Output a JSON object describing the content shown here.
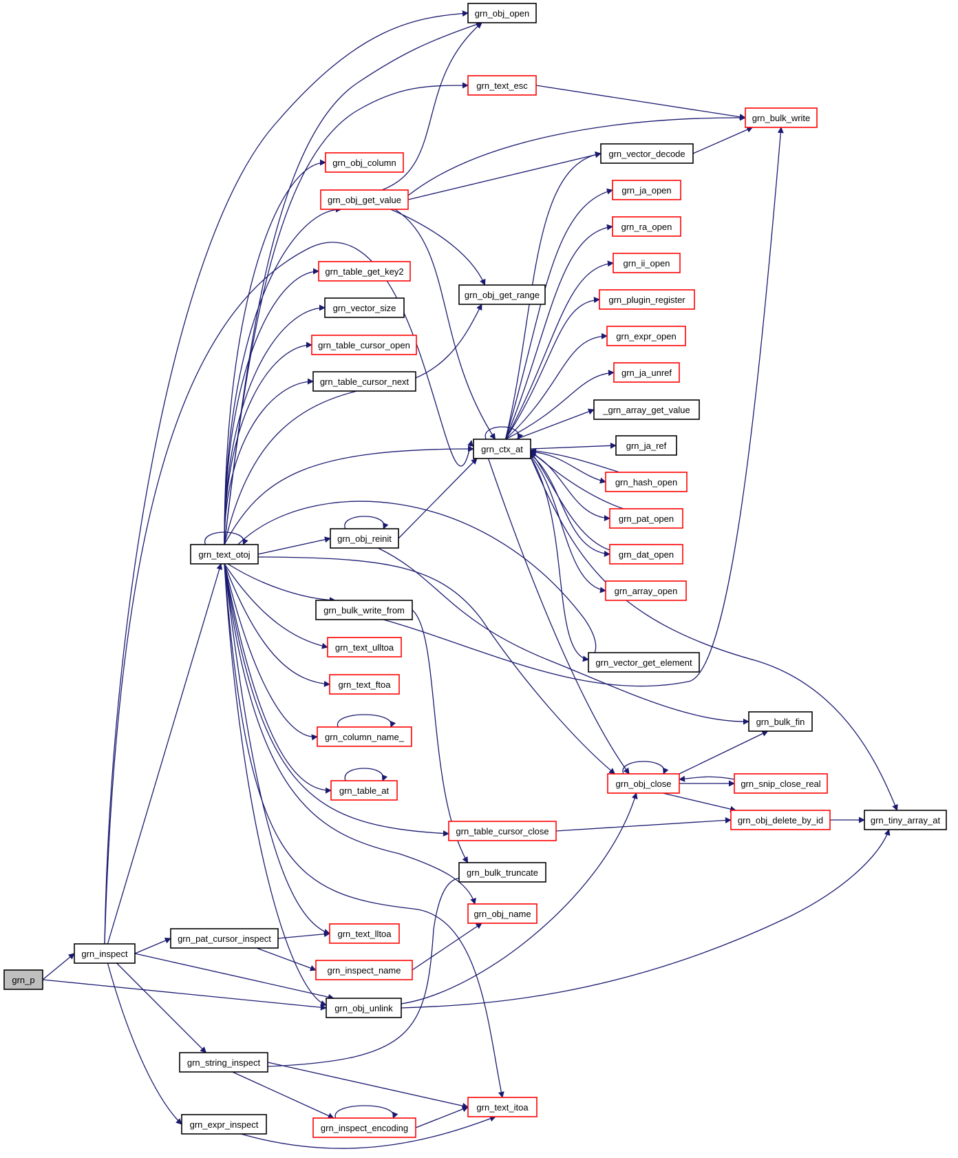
{
  "diagram": {
    "kind": "call graph",
    "colors": {
      "edge": "#191970",
      "node_fill": "#ffffff",
      "node_border_documented": "#000000",
      "node_border_undocumented": "#ff0000",
      "root_fill": "#bfbfbf"
    },
    "nodes": [
      {
        "id": "grn_p",
        "label": "grn_p",
        "style": "root"
      },
      {
        "id": "grn_inspect",
        "label": "grn_inspect",
        "style": "black"
      },
      {
        "id": "grn_text_otoj",
        "label": "grn_text_otoj",
        "style": "black"
      },
      {
        "id": "grn_pat_cursor_inspect",
        "label": "grn_pat_cursor_inspect",
        "style": "black"
      },
      {
        "id": "grn_string_inspect",
        "label": "grn_string_inspect",
        "style": "black"
      },
      {
        "id": "grn_expr_inspect",
        "label": "grn_expr_inspect",
        "style": "black"
      },
      {
        "id": "grn_obj_column",
        "label": "grn_obj_column",
        "style": "red"
      },
      {
        "id": "grn_obj_get_value",
        "label": "grn_obj_get_value",
        "style": "red"
      },
      {
        "id": "grn_table_get_key2",
        "label": "grn_table_get_key2",
        "style": "red"
      },
      {
        "id": "grn_vector_size",
        "label": "grn_vector_size",
        "style": "black"
      },
      {
        "id": "grn_table_cursor_open",
        "label": "grn_table_cursor_open",
        "style": "red"
      },
      {
        "id": "grn_table_cursor_next",
        "label": "grn_table_cursor_next",
        "style": "black"
      },
      {
        "id": "grn_obj_reinit",
        "label": "grn_obj_reinit",
        "style": "black"
      },
      {
        "id": "grn_bulk_write_from",
        "label": "grn_bulk_write_from",
        "style": "black"
      },
      {
        "id": "grn_text_ulltoa",
        "label": "grn_text_ulltoa",
        "style": "red"
      },
      {
        "id": "grn_text_ftoa",
        "label": "grn_text_ftoa",
        "style": "red"
      },
      {
        "id": "grn_column_name_",
        "label": "grn_column_name_",
        "style": "red"
      },
      {
        "id": "grn_table_at",
        "label": "grn_table_at",
        "style": "red"
      },
      {
        "id": "grn_text_lltoa",
        "label": "grn_text_lltoa",
        "style": "red"
      },
      {
        "id": "grn_inspect_name",
        "label": "grn_inspect_name",
        "style": "red"
      },
      {
        "id": "grn_obj_unlink",
        "label": "grn_obj_unlink",
        "style": "black"
      },
      {
        "id": "grn_inspect_encoding",
        "label": "grn_inspect_encoding",
        "style": "red"
      },
      {
        "id": "grn_obj_open",
        "label": "grn_obj_open",
        "style": "black"
      },
      {
        "id": "grn_text_esc",
        "label": "grn_text_esc",
        "style": "red"
      },
      {
        "id": "grn_obj_get_range",
        "label": "grn_obj_get_range",
        "style": "black"
      },
      {
        "id": "grn_ctx_at",
        "label": "grn_ctx_at",
        "style": "black"
      },
      {
        "id": "grn_table_cursor_close",
        "label": "grn_table_cursor_close",
        "style": "red"
      },
      {
        "id": "grn_bulk_truncate",
        "label": "grn_bulk_truncate",
        "style": "black"
      },
      {
        "id": "grn_obj_name",
        "label": "grn_obj_name",
        "style": "red"
      },
      {
        "id": "grn_text_itoa",
        "label": "grn_text_itoa",
        "style": "red"
      },
      {
        "id": "grn_vector_decode",
        "label": "grn_vector_decode",
        "style": "black"
      },
      {
        "id": "grn_ja_open",
        "label": "grn_ja_open",
        "style": "red"
      },
      {
        "id": "grn_ra_open",
        "label": "grn_ra_open",
        "style": "red"
      },
      {
        "id": "grn_ii_open",
        "label": "grn_ii_open",
        "style": "red"
      },
      {
        "id": "grn_plugin_register",
        "label": "grn_plugin_register",
        "style": "red"
      },
      {
        "id": "grn_expr_open",
        "label": "grn_expr_open",
        "style": "red"
      },
      {
        "id": "grn_ja_unref",
        "label": "grn_ja_unref",
        "style": "red"
      },
      {
        "id": "_grn_array_get_value",
        "label": "_grn_array_get_value",
        "style": "black"
      },
      {
        "id": "grn_ja_ref",
        "label": "grn_ja_ref",
        "style": "black"
      },
      {
        "id": "grn_hash_open",
        "label": "grn_hash_open",
        "style": "red"
      },
      {
        "id": "grn_pat_open",
        "label": "grn_pat_open",
        "style": "red"
      },
      {
        "id": "grn_dat_open",
        "label": "grn_dat_open",
        "style": "red"
      },
      {
        "id": "grn_array_open",
        "label": "grn_array_open",
        "style": "red"
      },
      {
        "id": "grn_vector_get_element",
        "label": "grn_vector_get_element",
        "style": "black"
      },
      {
        "id": "grn_obj_close",
        "label": "grn_obj_close",
        "style": "red"
      },
      {
        "id": "grn_bulk_write",
        "label": "grn_bulk_write",
        "style": "red"
      },
      {
        "id": "grn_bulk_fin",
        "label": "grn_bulk_fin",
        "style": "black"
      },
      {
        "id": "grn_snip_close_real",
        "label": "grn_snip_close_real",
        "style": "red"
      },
      {
        "id": "grn_obj_delete_by_id",
        "label": "grn_obj_delete_by_id",
        "style": "red"
      },
      {
        "id": "grn_tiny_array_at",
        "label": "grn_tiny_array_at",
        "style": "black"
      }
    ]
  }
}
